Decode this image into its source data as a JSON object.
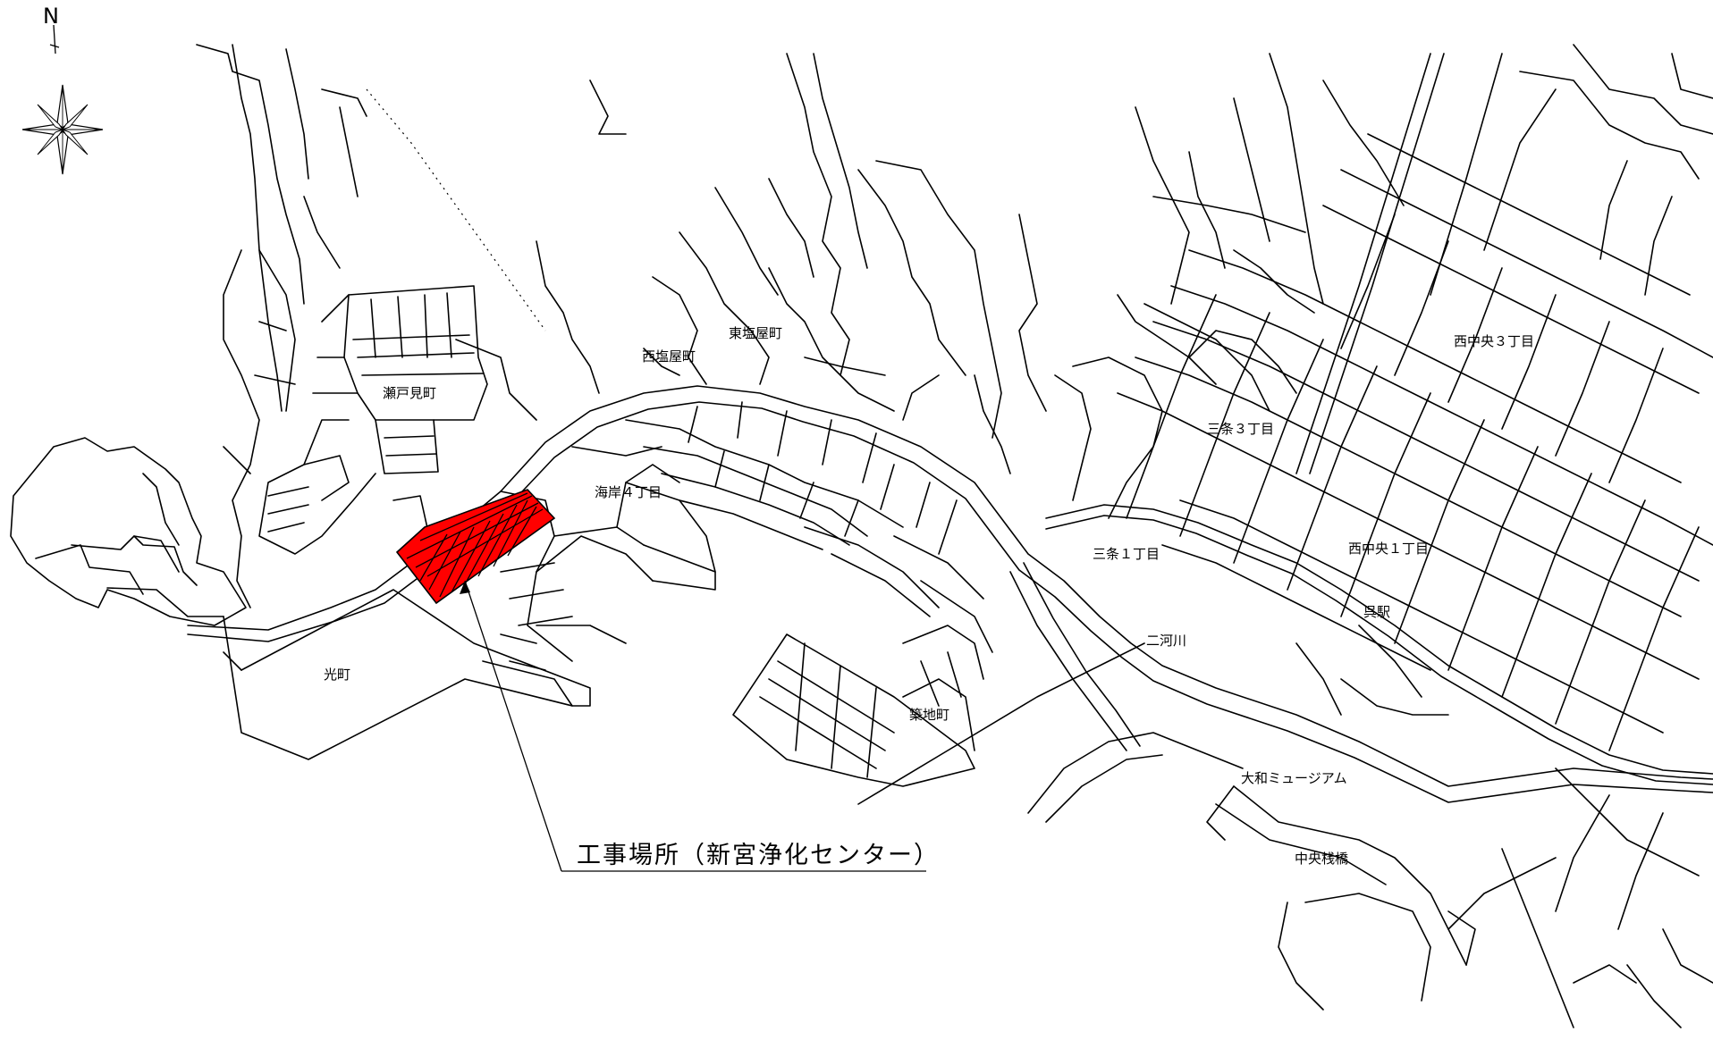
{
  "compass": {
    "letter": "N"
  },
  "colors": {
    "site_fill": "#ff0000",
    "line": "#000000",
    "background": "#ffffff"
  },
  "places": {
    "setomi": "瀬戸見町",
    "nishi_shioya": "西塩屋町",
    "higashi_shioya": "東塩屋町",
    "kaigan4": "海岸４丁目",
    "hikari": "光町",
    "sanjo3": "三条３丁目",
    "sanjo1": "三条１丁目",
    "nishichuo3": "西中央３丁目",
    "nishichuo1": "西中央１丁目",
    "kure_station": "呉駅",
    "nikougawa": "二河川",
    "tsukiji": "築地町",
    "yamato_museum": "大和ミュージアム",
    "chuo_pier": "中央桟橋"
  },
  "callout": {
    "label": "工事場所（新宮浄化センター）"
  }
}
